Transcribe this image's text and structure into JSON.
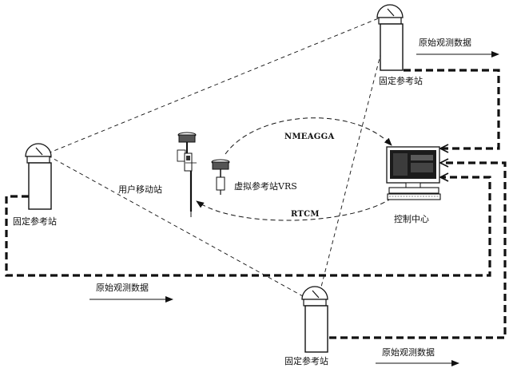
{
  "labels": {
    "station_top": "固定参考站",
    "station_left": "固定参考站",
    "station_bottom": "固定参考站",
    "raw_data_top": "原始观测数据",
    "raw_data_left": "原始观测数据",
    "raw_data_bottom": "原始观测数据",
    "user_station": "用户移动站",
    "virtual_station": "虚拟参考站VRS",
    "control_center": "控制中心",
    "protocol_up": "NMEAGGA",
    "protocol_down": "RTCM"
  },
  "colors": {
    "line": "#111111",
    "monitor_screen": "#1b1b1b",
    "background": "#ffffff"
  }
}
